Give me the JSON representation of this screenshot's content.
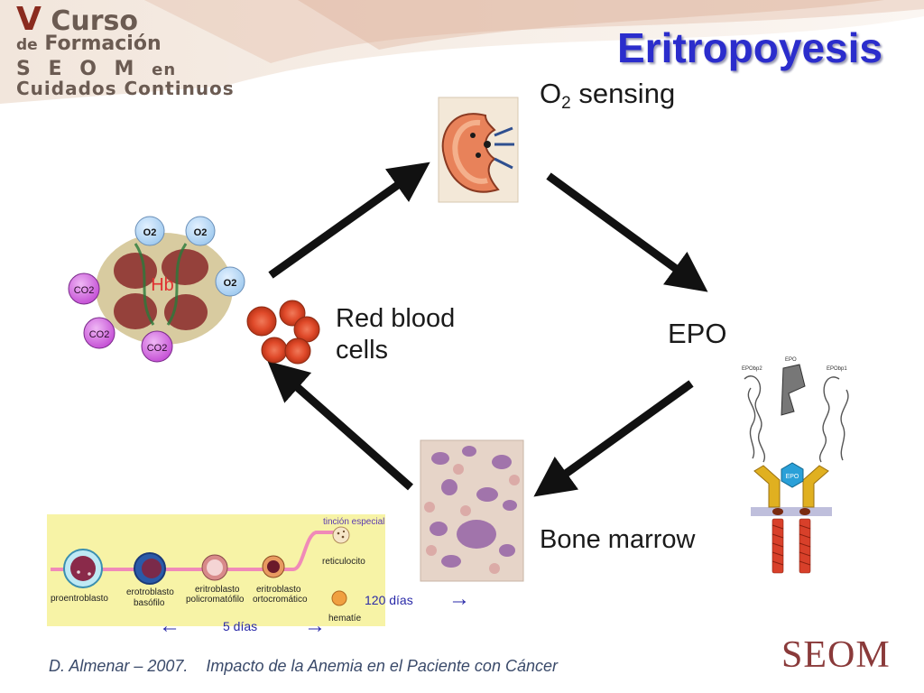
{
  "header": {
    "brand_roman": "V",
    "brand_curso": "Curso",
    "brand_de": "de",
    "brand_formacion": "Formación",
    "brand_seom": "S E O M",
    "brand_en": "en",
    "brand_cuidados": "Cuidados Continuos",
    "title": "Eritropoyesis"
  },
  "cycle": {
    "o2_sensing_prefix": "O",
    "o2_sensing_sub": "2",
    "o2_sensing_suffix": "sensing",
    "epo": "EPO",
    "red_blood_line1": "Red blood",
    "red_blood_line2": "cells",
    "bone_marrow": "Bone marrow"
  },
  "hemoglobin": {
    "center_label": "Hb",
    "bubbles": [
      "O2",
      "O2",
      "O2",
      "CO2",
      "CO2",
      "CO2"
    ]
  },
  "receptor": {
    "top_labels": [
      "EPObp2",
      "EPO",
      "EPObp1"
    ],
    "hex_label": "EPO"
  },
  "maturation": {
    "stages": [
      {
        "lines": [
          "proentroblasto"
        ]
      },
      {
        "lines": [
          "erotroblasto",
          "basófilo"
        ]
      },
      {
        "lines": [
          "eritroblasto",
          "policromatófilo"
        ]
      },
      {
        "lines": [
          "eritroblasto",
          "ortocromático"
        ]
      }
    ],
    "stain_label": "tinción especial",
    "reticulocyte": "reticulocito",
    "hematie": "hematíe",
    "duration_5": "5 días",
    "duration_120": "120 días",
    "arrow_left": "←",
    "arrow_right": "→"
  },
  "footer": {
    "author": "D. Almenar – 2007.",
    "subtitle": "Impacto de la Anemia en el Paciente con Cáncer"
  },
  "logo": "SEOM",
  "colors": {
    "title": "#2b2dcc",
    "arrow": "#111111",
    "rbc": "#e04a2a",
    "bubble": "#c94fd8",
    "timeline": "#f08ab8",
    "timeline_bg": "#f7f3a6"
  }
}
